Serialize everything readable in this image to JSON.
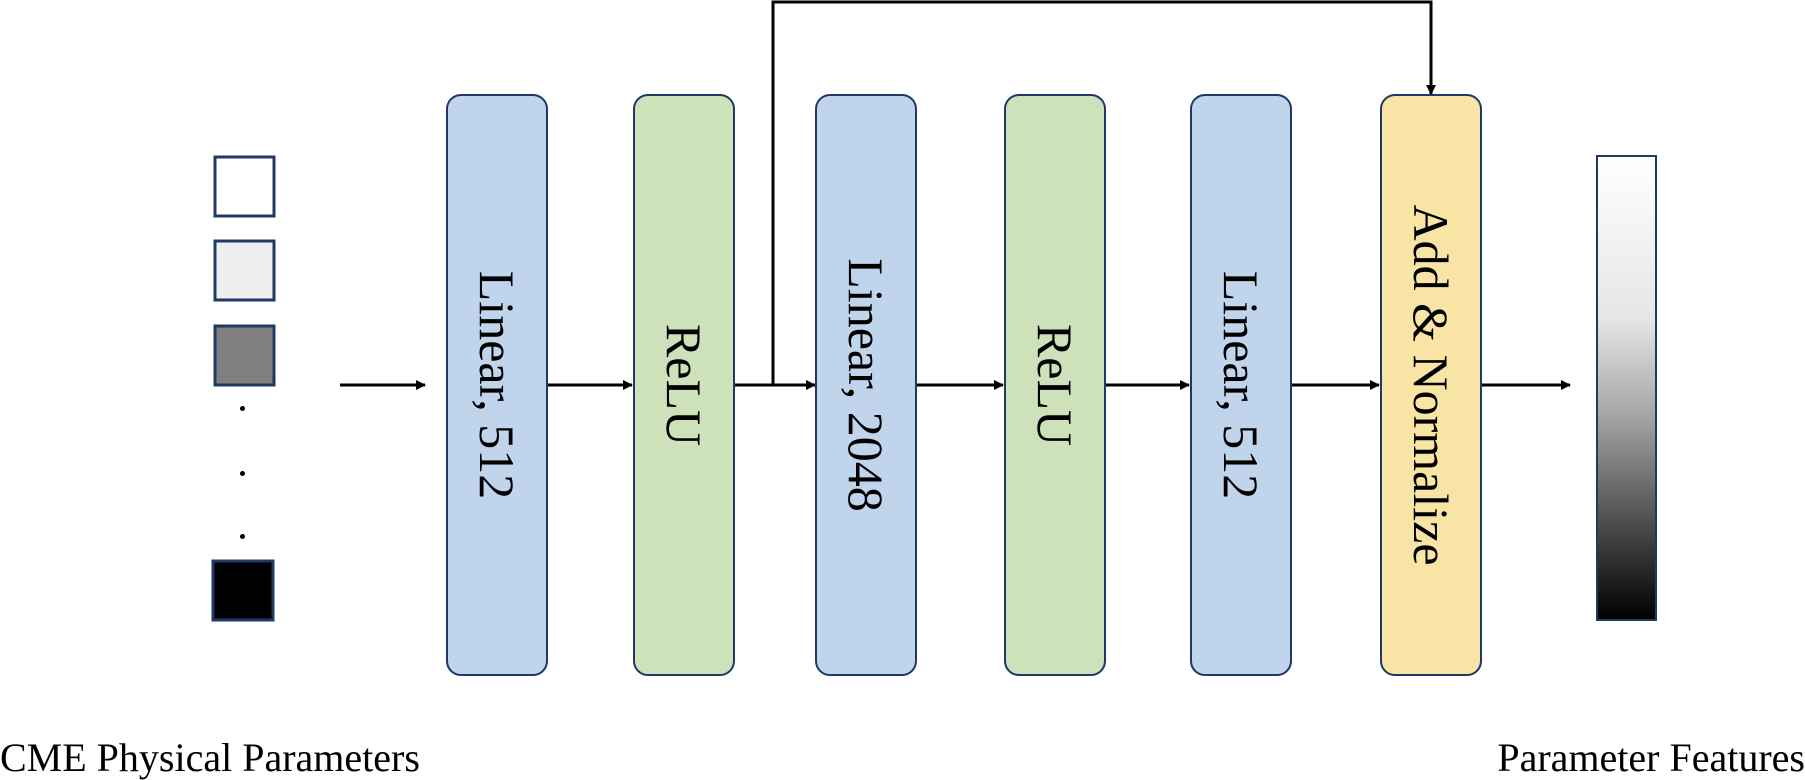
{
  "captions": {
    "input": "CME Physical Parameters",
    "output": "Parameter Features"
  },
  "input_vector": {
    "swatch_colors": [
      "#ffffff",
      "#efefef",
      "#808080",
      "#000000"
    ],
    "border_color": "#1f3864"
  },
  "blocks": [
    {
      "label": "Linear, 512",
      "kind": "linear"
    },
    {
      "label": "ReLU",
      "kind": "activation"
    },
    {
      "label": "Linear, 2048",
      "kind": "linear"
    },
    {
      "label": "ReLU",
      "kind": "activation"
    },
    {
      "label": "Linear, 512",
      "kind": "linear"
    },
    {
      "label": "Add & Normalize",
      "kind": "add-norm"
    }
  ],
  "colors": {
    "linear_fill": "#c0d5eb",
    "activation_fill": "#cde1bb",
    "add_norm_fill": "#f8e5a6",
    "block_border": "#1f3864",
    "arrow": "#000000"
  },
  "output_vector": {
    "gradient_top": "#ffffff",
    "gradient_bottom": "#000000",
    "border_color": "#1f3864"
  }
}
